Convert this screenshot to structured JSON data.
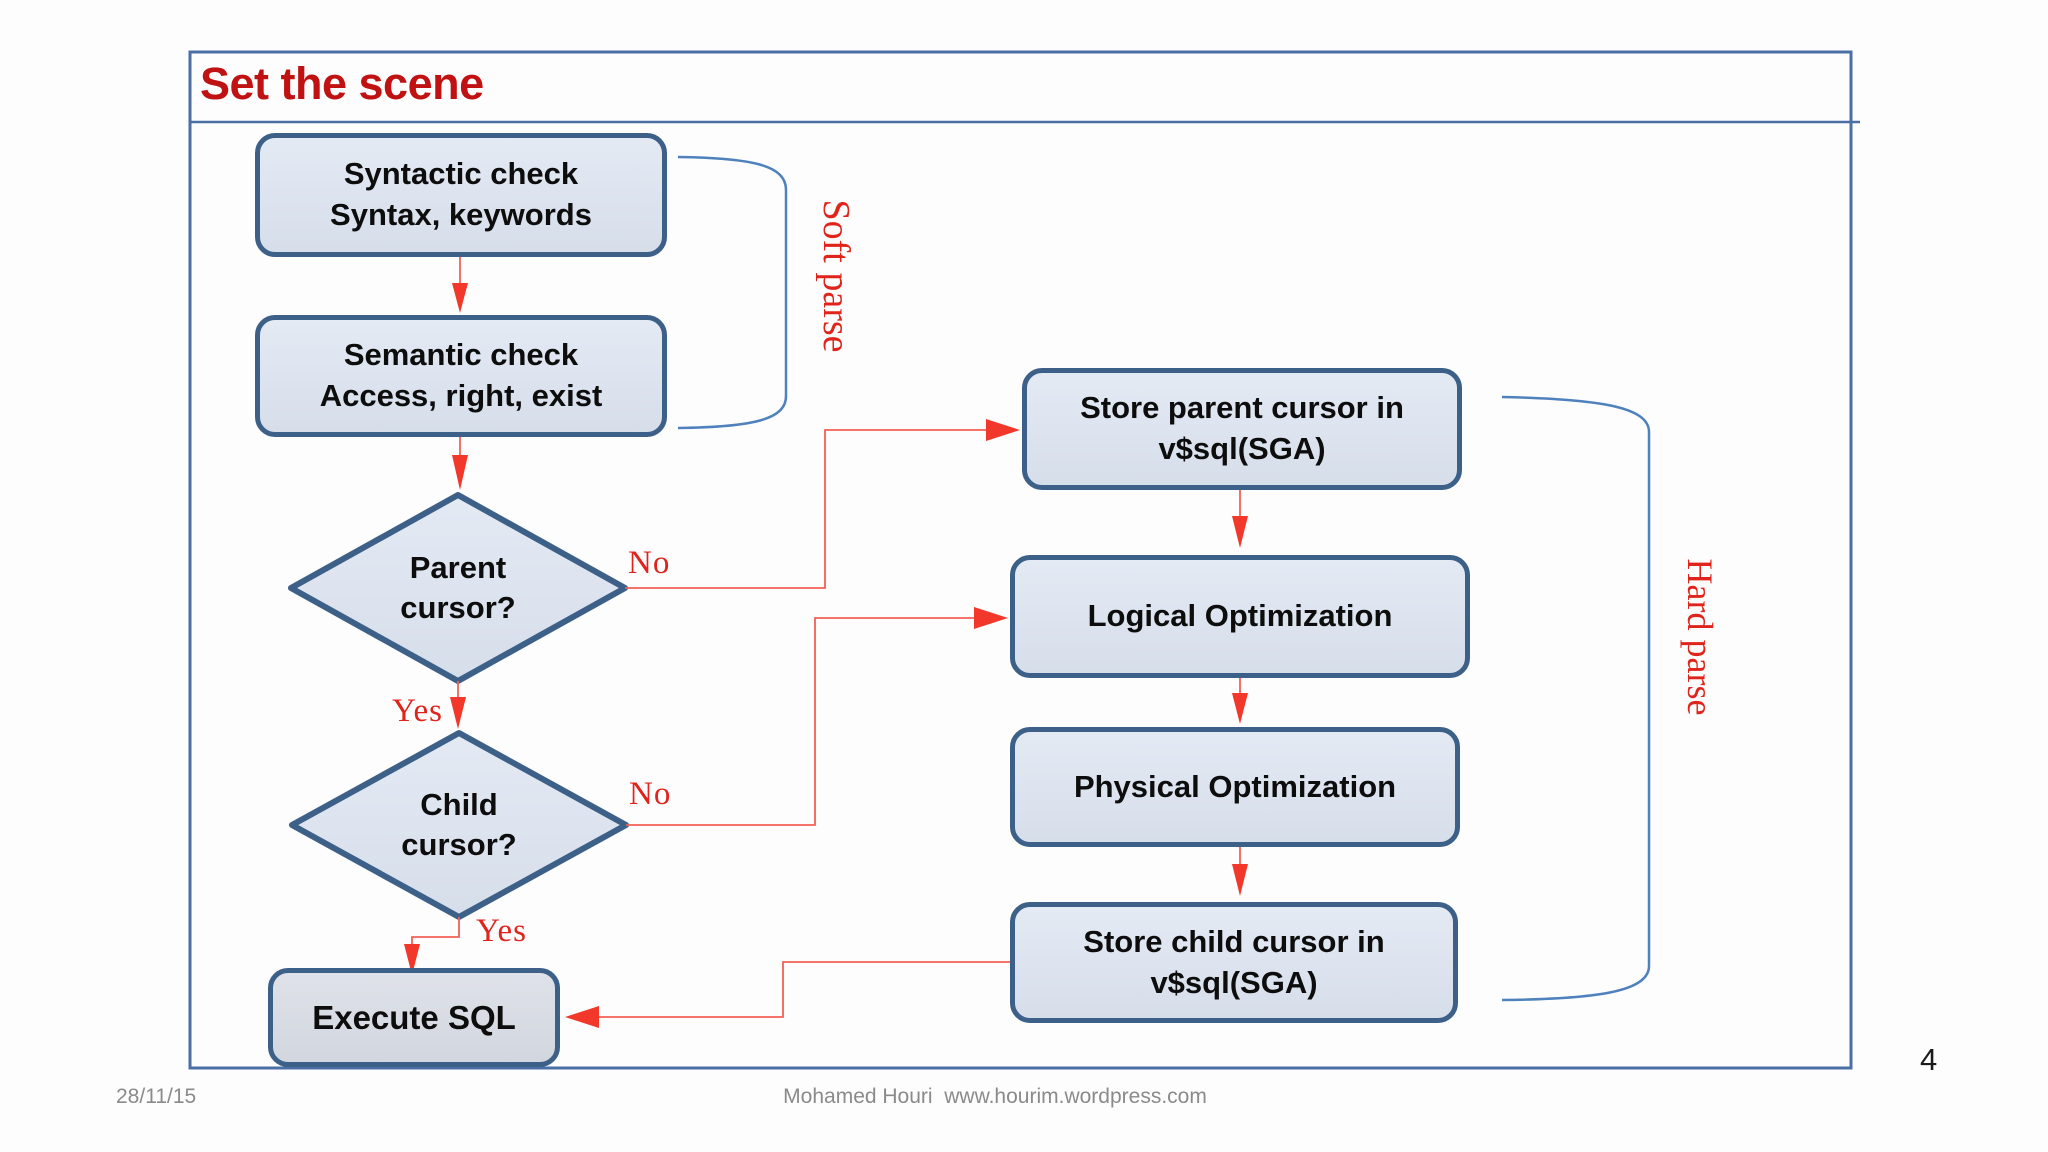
{
  "slide": {
    "title": "Set the scene",
    "page_number": "4",
    "footer": {
      "date": "28/11/15",
      "credit": "Mohamed Houri  www.hourim.wordpress.com"
    }
  },
  "colors": {
    "title_red": "#c01212",
    "label_red": "#e0231c",
    "arrow_red": "#f2382b",
    "connector_red": "#f26157",
    "node_border_blue": "#3d6089",
    "node_fill_top": "#e4eaf4",
    "node_fill_bottom": "#d6deea",
    "execute_fill": "#d8dbe2",
    "bracket_blue": "#4f81bd",
    "frame_blue": "#4a6fa5"
  },
  "flowchart": {
    "nodes": {
      "syntactic": {
        "line1": "Syntactic check",
        "line2": "Syntax, keywords"
      },
      "semantic": {
        "line1": "Semantic check",
        "line2": "Access, right, exist"
      },
      "store_parent": {
        "line1": "Store parent cursor in",
        "line2": "v$sql(SGA)"
      },
      "logical": {
        "line1": "Logical Optimization"
      },
      "physical": {
        "line1": "Physical Optimization"
      },
      "store_child": {
        "line1": "Store child cursor in",
        "line2": "v$sql(SGA)"
      },
      "execute": {
        "line1": "Execute SQL"
      }
    },
    "decisions": {
      "parent": {
        "line1": "Parent",
        "line2": "cursor?"
      },
      "child": {
        "line1": "Child",
        "line2": "cursor?"
      }
    },
    "edge_labels": {
      "parent_no": "No",
      "parent_yes": "Yes",
      "child_no": "No",
      "child_yes": "Yes"
    },
    "group_labels": {
      "soft_parse": "Soft parse",
      "hard_parse": "Hard parse"
    }
  }
}
